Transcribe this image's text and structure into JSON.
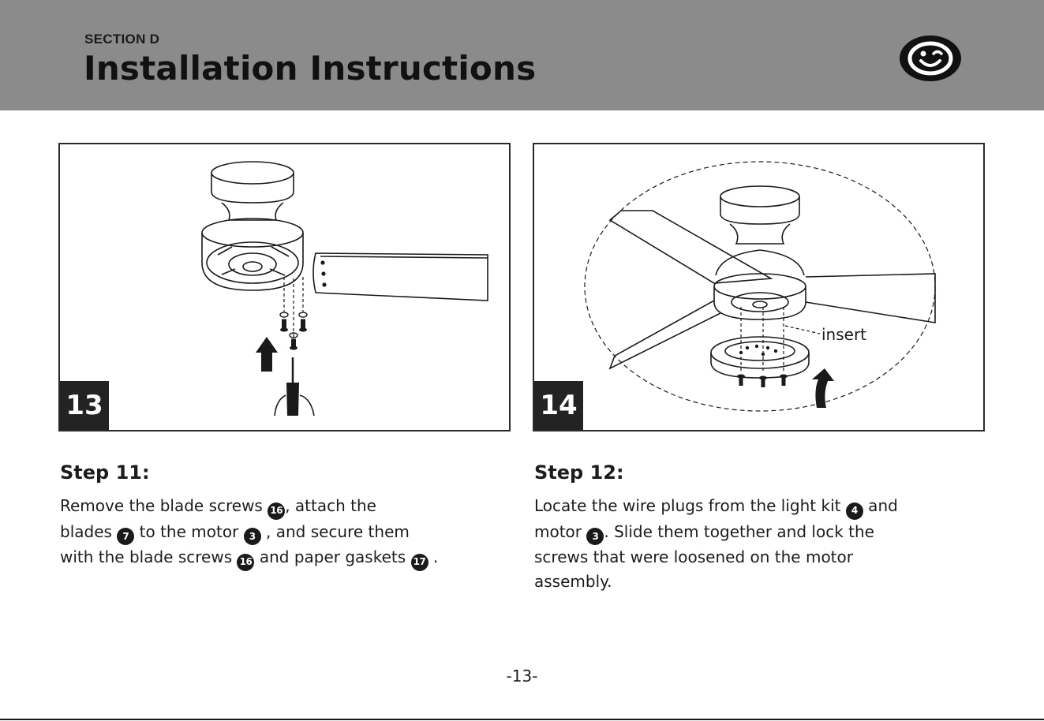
{
  "header": {
    "section": "SECTION D",
    "title": "Installation Instructions",
    "logo_icon": "winking-face-icon"
  },
  "figures": [
    {
      "number": "13",
      "label_icon": "fan-blade-attachment-illustration"
    },
    {
      "number": "14",
      "label_icon": "light-kit-attachment-illustration",
      "callout": "insert"
    }
  ],
  "steps": [
    {
      "heading": "Step 11:",
      "line1_a": "Remove the blade screws ",
      "part_a": "16",
      "line1_b": ", attach the",
      "line2_a": "blades ",
      "part_b": "7",
      "line2_b": " to the motor ",
      "part_c": "3",
      "line2_c": " , and secure them",
      "line3_a": "with the blade screws ",
      "part_d": "16",
      "line3_b": " and paper gaskets ",
      "part_e": "17",
      "line3_c": " ."
    },
    {
      "heading": "Step 12:",
      "line1_a": "Locate the wire plugs from the light kit ",
      "part_a": "4",
      "line1_b": " and",
      "line2_a": "motor ",
      "part_b": "3",
      "line2_b": ". Slide them together and lock the",
      "line3": "screws that were loosened on the motor",
      "line4": "assembly."
    }
  ],
  "footer": {
    "page_number": "-13-"
  }
}
